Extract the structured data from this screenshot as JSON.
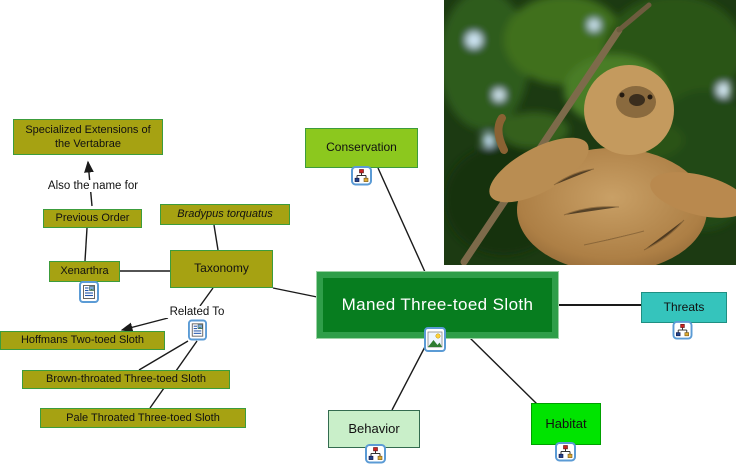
{
  "diagram": {
    "app_context": "concept-map",
    "nodes": {
      "specialized": {
        "label": "Specialized Extensions of the Vertabrae"
      },
      "previous_order": {
        "label": "Previous Order"
      },
      "bradypus": {
        "label": "Bradypus torquatus"
      },
      "xenarthra": {
        "label": "Xenarthra"
      },
      "taxonomy": {
        "label": "Taxonomy"
      },
      "hoffmans": {
        "label": "Hoffmans Two-toed Sloth"
      },
      "brown_throated": {
        "label": "Brown-throated Three-toed Sloth"
      },
      "pale_throated": {
        "label": "Pale Throated Three-toed Sloth"
      },
      "conservation": {
        "label": "Conservation"
      },
      "maned": {
        "label": "Maned Three-toed Sloth"
      },
      "threats": {
        "label": "Threats"
      },
      "behavior": {
        "label": "Behavior"
      },
      "habitat": {
        "label": "Habitat"
      }
    },
    "link_labels": {
      "also_name": "Also the name for",
      "related_to": "Related To"
    },
    "icons": {
      "xenarthra": "resource-document-icon",
      "related_to": "resource-document-icon",
      "conservation": "submap-icon",
      "maned": "image-resource-icon",
      "threats": "submap-icon",
      "behavior": "submap-icon",
      "habitat": "submap-icon"
    },
    "photo": {
      "alt": "Maned three-toed sloth climbing a branch among green rainforest foliage"
    },
    "colors": {
      "olive_fill": "#A6A212",
      "olive_border": "#3C9C3C",
      "conservation_fill": "#8CC81E",
      "conservation_border": "#3C9C3C",
      "maned_fill": "#077D1F",
      "maned_border": "#2F9E49",
      "maned_outline": "#9CD3A5",
      "maned_text": "#FFFFFF",
      "threats_fill": "#35C4BC",
      "threats_border": "#1F8F82",
      "behavior_fill": "#C9EFC9",
      "behavior_border": "#336B4F",
      "habitat_fill": "#00E400",
      "habitat_border": "#00A000",
      "line_color": "#1a1a1a"
    }
  }
}
